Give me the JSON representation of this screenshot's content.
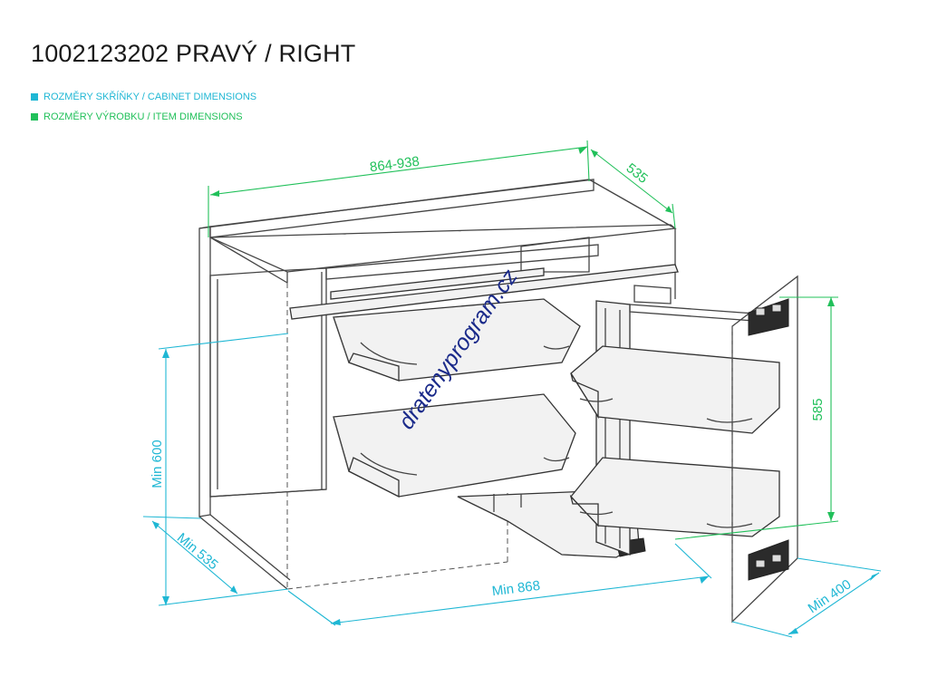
{
  "title": "1002123202 PRAVÝ / RIGHT",
  "legend": [
    {
      "label": "ROZMĚRY SKŘÍŇKY / CABINET DIMENSIONS",
      "color": "#1fb7d4"
    },
    {
      "label": "ROZMĚRY VÝROBKU / ITEM DIMENSIONS",
      "color": "#21c05a"
    }
  ],
  "dimensions": {
    "width_item": "864-938",
    "depth_item": "535",
    "height_item": "585",
    "height_cabinet": "Min 600",
    "depth_cabinet": "Min 535",
    "width_cabinet": "Min 868",
    "door_cabinet": "Min 400"
  },
  "colors": {
    "cabinet": "#1fb7d4",
    "item": "#21c05a",
    "watermark": "#1a2a8a"
  },
  "watermark": "dratenyprogram.cz"
}
